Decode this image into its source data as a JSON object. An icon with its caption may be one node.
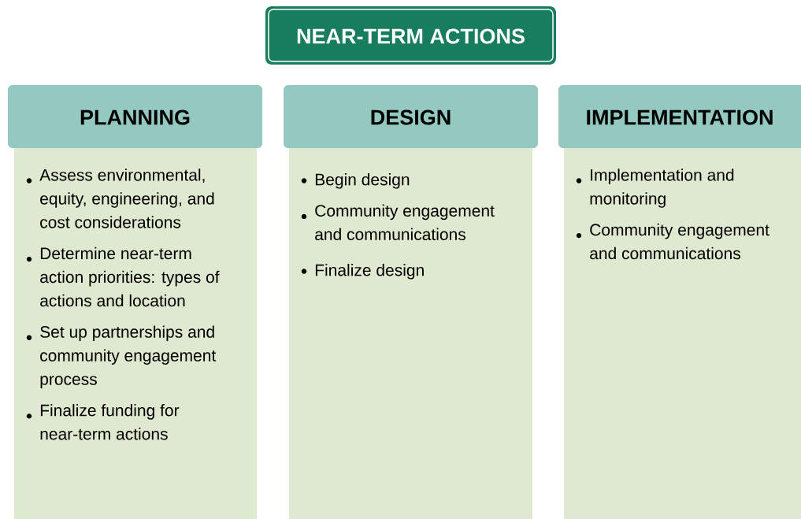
{
  "diagram": {
    "title": "NEAR-TERM ACTIONS",
    "nodes": [
      {
        "text": [
          "PLANNING"
        ]
      },
      {
        "text": [
          "Assess environmental, equity, engineering, and cost considerations",
          "Determine near-term action priorities: types of actions and location",
          "Set up partnerships and community engagement process",
          "Finalize funding for near-term actions"
        ]
      },
      {
        "text": [
          "DESIGN"
        ]
      },
      {
        "text": [
          "Begin design",
          "Community engagement and communications",
          "Finalize design"
        ]
      },
      {
        "text": [
          "IMPLEMENTATION"
        ]
      },
      {
        "text": [
          "Implementation and monitoring",
          "Community engagement and communications"
        ]
      }
    ]
  }
}
